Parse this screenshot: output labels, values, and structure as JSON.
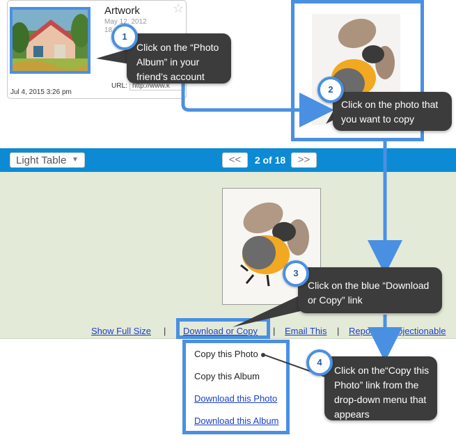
{
  "album_card": {
    "title": "Artwork",
    "date": "May 12, 2012",
    "count": "18 photos",
    "url_label": "URL:",
    "url_value": "http://www.k",
    "updated": "Jul 4, 2015 3:26 pm",
    "star_icon": "star-outline-icon"
  },
  "viewer": {
    "light_table_label": "Light Table",
    "prev_label": "<<",
    "page_indicator": "2 of 18",
    "next_label": ">>",
    "toolbar_color": "#0d8ad4",
    "area_color": "#e4ead8"
  },
  "action_links": {
    "show_full_size": "Show Full Size",
    "sep": "|",
    "download_or_copy": "Download or Copy",
    "email_this": "Email This",
    "report": "Report as Objectionable"
  },
  "dropdown": {
    "items": [
      "Copy this Photo",
      "Copy this Album",
      "Download this Photo",
      "Download this Album"
    ]
  },
  "steps": [
    {
      "number": "1",
      "text": "Click on the “Photo Album” in your friend’s account"
    },
    {
      "number": "2",
      "text": "Click on the photo that you want to copy"
    },
    {
      "number": "3",
      "text": "Click on the blue “Download or Copy” link"
    },
    {
      "number": "4",
      "text": "Click on the“Copy this Photo” link from the drop-down menu that appears"
    }
  ],
  "colors": {
    "highlight": "#4a90e2",
    "callout": "#3c3c3c",
    "link": "#1a3fc9"
  }
}
